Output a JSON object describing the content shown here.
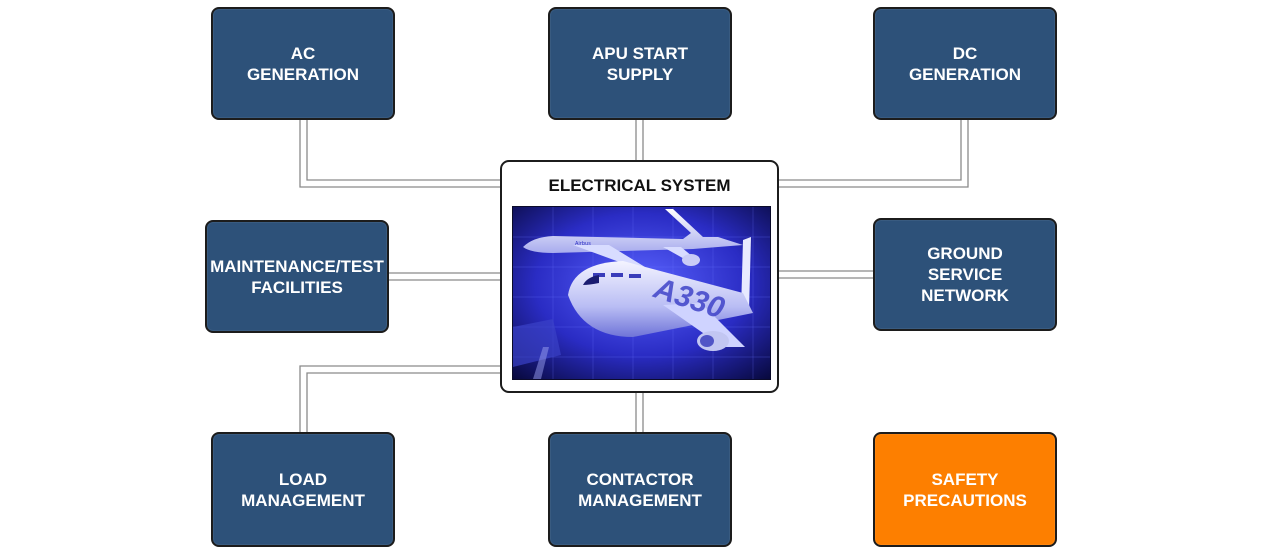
{
  "diagram": {
    "center": {
      "title": "ELECTRICAL SYSTEM",
      "photo_tail_text": "A330",
      "photo_background_aircraft_text": "Airbus"
    },
    "modules": {
      "ac_generation": "AC\nGENERATION",
      "apu_start_supply": "APU START\nSUPPLY",
      "dc_generation": "DC\nGENERATION",
      "maintenance_test": "MAINTENANCE/TEST\nFACILITIES",
      "ground_service_network": "GROUND\nSERVICE\nNETWORK",
      "load_management": "LOAD\nMANAGEMENT",
      "contactor_management": "CONTACTOR\nMANAGEMENT",
      "safety_precautions": "SAFETY\nPRECAUTIONS"
    }
  },
  "colors": {
    "module_fill": "#2d5179",
    "accent_fill": "#fd7f00",
    "border": "#1c1c1c",
    "connector": "#888888",
    "background": "#ffffff"
  }
}
